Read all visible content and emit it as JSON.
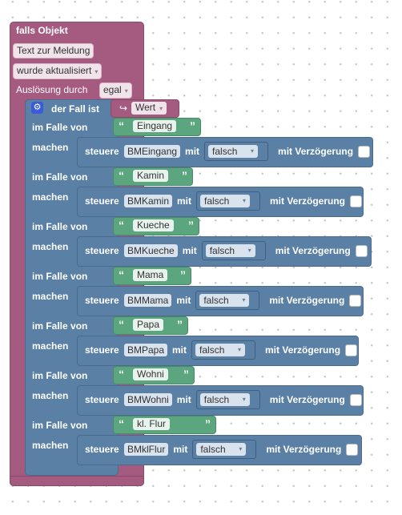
{
  "trigger": {
    "title": "falls Objekt",
    "object": "Text zur Meldung",
    "condition": "wurde aktualisiert",
    "condition_arrow": "▾",
    "ack_label": "Auslösung durch",
    "ack_value": "egal",
    "ack_arrow": "▾"
  },
  "switch": {
    "header": "der Fall ist",
    "value": "Wert",
    "value_icon": "↪",
    "value_arrow": "▾",
    "case_label": "im Falle von",
    "do_label": "machen",
    "gear_icon": "⚙"
  },
  "action": {
    "steuere": "steuere",
    "mit": "mit",
    "mit_verz": "mit Verzögerung",
    "bool_arrow": "▾"
  },
  "cases": [
    {
      "value": "Eingang",
      "target": "BMEingang",
      "bool": "falsch"
    },
    {
      "value": "Kamin",
      "target": "BMKamin",
      "bool": "falsch"
    },
    {
      "value": "Kueche",
      "target": "BMKueche",
      "bool": "falsch"
    },
    {
      "value": "Mama",
      "target": "BMMama",
      "bool": "falsch"
    },
    {
      "value": "Papa",
      "target": "BMPapa",
      "bool": "falsch"
    },
    {
      "value": "Wohni",
      "target": "BMWohni",
      "bool": "falsch"
    },
    {
      "value": "kl. Flur",
      "target": "BMklFlur",
      "bool": "falsch"
    }
  ],
  "quote_open": "“",
  "quote_close": "”"
}
